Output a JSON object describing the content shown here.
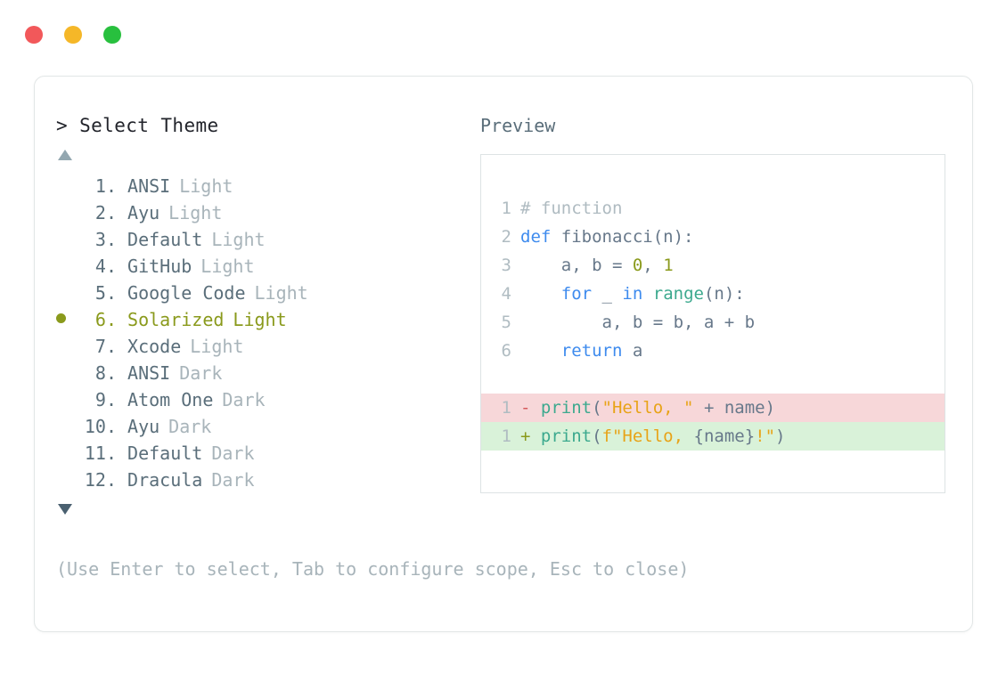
{
  "window": {
    "traffic_lights": [
      {
        "name": "close",
        "color": "#F2585A"
      },
      {
        "name": "minimize",
        "color": "#F5B728"
      },
      {
        "name": "maximize",
        "color": "#28C03E"
      }
    ]
  },
  "picker": {
    "prompt": "> Select Theme",
    "scroll_up_icon": "triangle-up",
    "scroll_down_icon": "triangle-down",
    "selected_index": 6,
    "items": [
      {
        "num": "1.",
        "name": "ANSI",
        "variant": "Light",
        "selected": false
      },
      {
        "num": "2.",
        "name": "Ayu",
        "variant": "Light",
        "selected": false
      },
      {
        "num": "3.",
        "name": "Default",
        "variant": "Light",
        "selected": false
      },
      {
        "num": "4.",
        "name": "GitHub",
        "variant": "Light",
        "selected": false
      },
      {
        "num": "5.",
        "name": "Google Code",
        "variant": "Light",
        "selected": false
      },
      {
        "num": "6.",
        "name": "Solarized",
        "variant": "Light",
        "selected": true
      },
      {
        "num": "7.",
        "name": "Xcode",
        "variant": "Light",
        "selected": false
      },
      {
        "num": "8.",
        "name": "ANSI",
        "variant": "Dark",
        "selected": false
      },
      {
        "num": "9.",
        "name": "Atom One",
        "variant": "Dark",
        "selected": false
      },
      {
        "num": "10.",
        "name": "Ayu",
        "variant": "Dark",
        "selected": false
      },
      {
        "num": "11.",
        "name": "Default",
        "variant": "Dark",
        "selected": false
      },
      {
        "num": "12.",
        "name": "Dracula",
        "variant": "Dark",
        "selected": false
      }
    ]
  },
  "preview": {
    "label": "Preview",
    "code_lines": [
      {
        "n": "1",
        "tokens": [
          {
            "t": "# function",
            "c": "cmt"
          }
        ]
      },
      {
        "n": "2",
        "tokens": [
          {
            "t": "def ",
            "c": "kw"
          },
          {
            "t": "fibonacci(n):",
            "c": "plain"
          }
        ]
      },
      {
        "n": "3",
        "tokens": [
          {
            "t": "    a, b = ",
            "c": "plain"
          },
          {
            "t": "0",
            "c": "numlit"
          },
          {
            "t": ", ",
            "c": "plain"
          },
          {
            "t": "1",
            "c": "numlit"
          }
        ]
      },
      {
        "n": "4",
        "tokens": [
          {
            "t": "    ",
            "c": "plain"
          },
          {
            "t": "for",
            "c": "kw"
          },
          {
            "t": " _ ",
            "c": "plain"
          },
          {
            "t": "in",
            "c": "kw"
          },
          {
            "t": " ",
            "c": "plain"
          },
          {
            "t": "range",
            "c": "fn"
          },
          {
            "t": "(n):",
            "c": "plain"
          }
        ]
      },
      {
        "n": "5",
        "tokens": [
          {
            "t": "        a, b = b, a + b",
            "c": "plain"
          }
        ]
      },
      {
        "n": "6",
        "tokens": [
          {
            "t": "    ",
            "c": "plain"
          },
          {
            "t": "return",
            "c": "kw"
          },
          {
            "t": " a",
            "c": "plain"
          }
        ]
      }
    ],
    "diff_lines": [
      {
        "n": "1",
        "marker": "-",
        "kind": "minus",
        "tokens": [
          {
            "t": "print",
            "c": "fn"
          },
          {
            "t": "(",
            "c": "plain"
          },
          {
            "t": "\"Hello, \"",
            "c": "str"
          },
          {
            "t": " + name)",
            "c": "plain"
          }
        ]
      },
      {
        "n": "1",
        "marker": "+",
        "kind": "plus",
        "tokens": [
          {
            "t": "print",
            "c": "fn"
          },
          {
            "t": "(",
            "c": "plain"
          },
          {
            "t": "f\"Hello, ",
            "c": "str"
          },
          {
            "t": "{name}",
            "c": "plain"
          },
          {
            "t": "!\"",
            "c": "str"
          },
          {
            "t": ")",
            "c": "plain"
          }
        ]
      }
    ]
  },
  "footer": {
    "help": "(Use Enter to select, Tab to configure scope, Esc to close)"
  },
  "colors": {
    "title": "#22242B",
    "theme_name": "#5A6E7A",
    "theme_variant": "#A8B4BA",
    "selected": "#8A9A1C",
    "keyword": "#3E8BEE",
    "function": "#3CA98E",
    "string": "#E8A317",
    "number": "#8A9A1C",
    "comment": "#AFBBC1",
    "line_number": "#B0BCC2",
    "diff_minus_bg": "#F7D7D9",
    "diff_plus_bg": "#D9F2D9",
    "card_border": "#E2E6E6"
  }
}
